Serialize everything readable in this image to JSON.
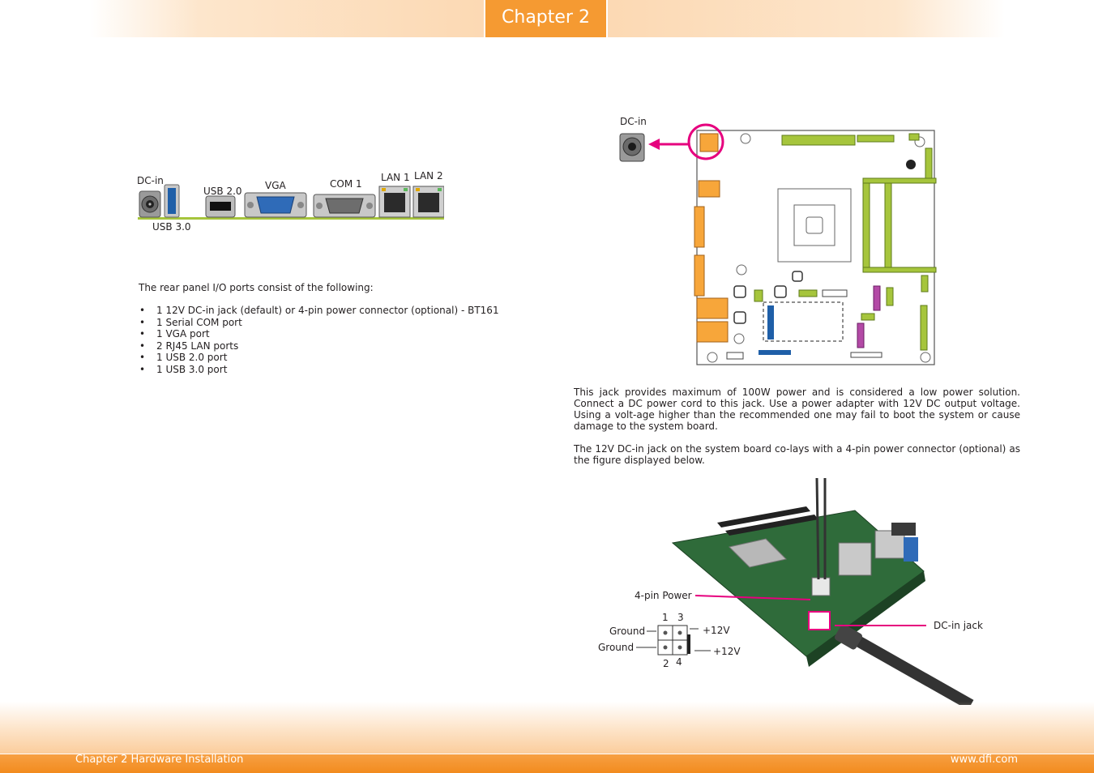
{
  "header": {
    "chapter_tab": "Chapter 2"
  },
  "rear_panel": {
    "labels": {
      "dc_in": "DC-in",
      "usb30": "USB 3.0",
      "usb20": "USB 2.0",
      "vga": "VGA",
      "com1": "COM 1",
      "lan1": "LAN 1",
      "lan2": "LAN 2"
    },
    "intro": "The rear panel I/O ports consist of the following:",
    "items": [
      "1 12V DC-in jack (default) or 4-pin power connector (optional) - BT161",
      "1 Serial COM port",
      "1 VGA port",
      "2 RJ45 LAN ports",
      "1 USB 2.0 port",
      "1 USB 3.0 port"
    ]
  },
  "dc_in_section": {
    "diagram_label": "DC-in",
    "para1": "This jack provides maximum of 100W power and is considered a low power solution. Connect a DC power cord to this jack. Use a power adapter with 12V DC output voltage. Using a volt-age higher than the recommended one may fail to boot the system or cause damage to the system board.",
    "para2": "The 12V DC-in jack on the system board co-lays with a 4-pin power connector (optional) as the figure displayed below.",
    "photo_labels": {
      "four_pin": "4-pin Power",
      "dc_jack": "DC-in jack",
      "pin1": "1",
      "pin2": "2",
      "pin3": "3",
      "pin4": "4",
      "ground1": "Ground",
      "ground2": "Ground",
      "v12_1": "+12V",
      "v12_2": "+12V"
    }
  },
  "colors": {
    "accent": "#f59a32",
    "highlight": "#e6007e",
    "board_green": "#a6c53c"
  },
  "footer": {
    "left": "Chapter 2 Hardware Installation",
    "right": "www.dfi.com"
  }
}
